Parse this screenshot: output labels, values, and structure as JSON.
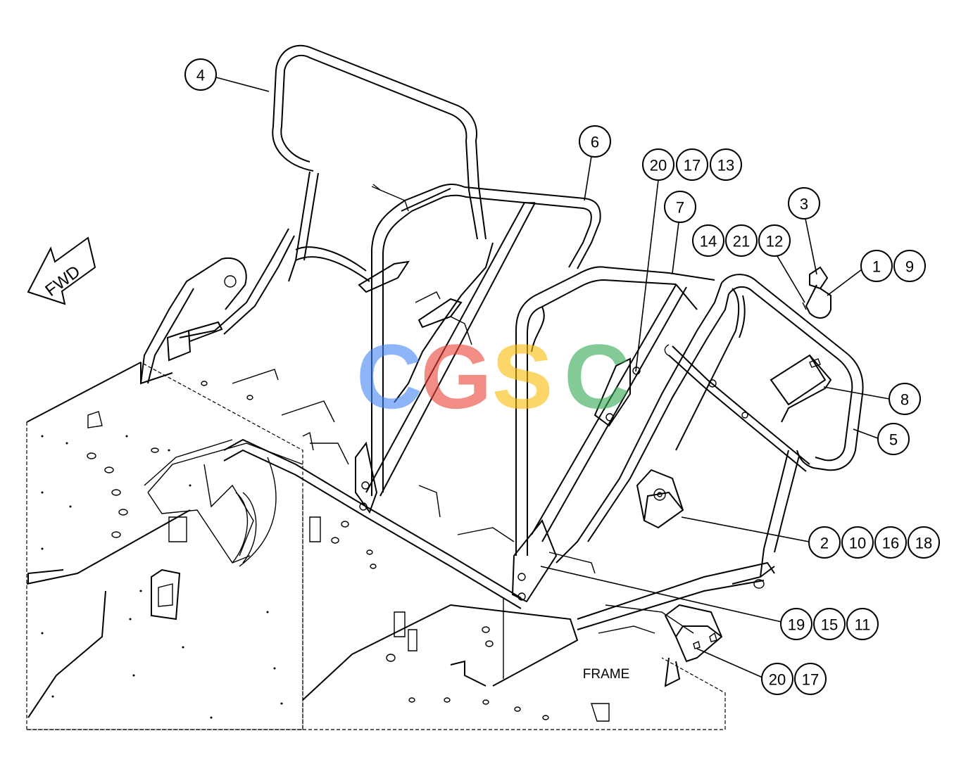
{
  "diagram": {
    "direction_label": "FWD",
    "frame_label": "FRAME",
    "watermark": {
      "letters": [
        "C",
        "G",
        "S",
        "C"
      ],
      "colors": [
        "#4285F4",
        "#EA4335",
        "#FBBC05",
        "#34A853"
      ]
    },
    "callouts": [
      {
        "id": "c4",
        "labels": [
          "4"
        ]
      },
      {
        "id": "c6",
        "labels": [
          "6"
        ]
      },
      {
        "id": "c20-17-13",
        "labels": [
          "20",
          "17",
          "13"
        ]
      },
      {
        "id": "c7",
        "labels": [
          "7"
        ]
      },
      {
        "id": "c3",
        "labels": [
          "3"
        ]
      },
      {
        "id": "c14-21-12",
        "labels": [
          "14",
          "21",
          "12"
        ]
      },
      {
        "id": "c1-9",
        "labels": [
          "1",
          "9"
        ]
      },
      {
        "id": "c8",
        "labels": [
          "8"
        ]
      },
      {
        "id": "c5",
        "labels": [
          "5"
        ]
      },
      {
        "id": "c2-10-16-18",
        "labels": [
          "2",
          "10",
          "16",
          "18"
        ]
      },
      {
        "id": "c19-15-11",
        "labels": [
          "19",
          "15",
          "11"
        ]
      },
      {
        "id": "c20-17",
        "labels": [
          "20",
          "17"
        ]
      }
    ]
  }
}
